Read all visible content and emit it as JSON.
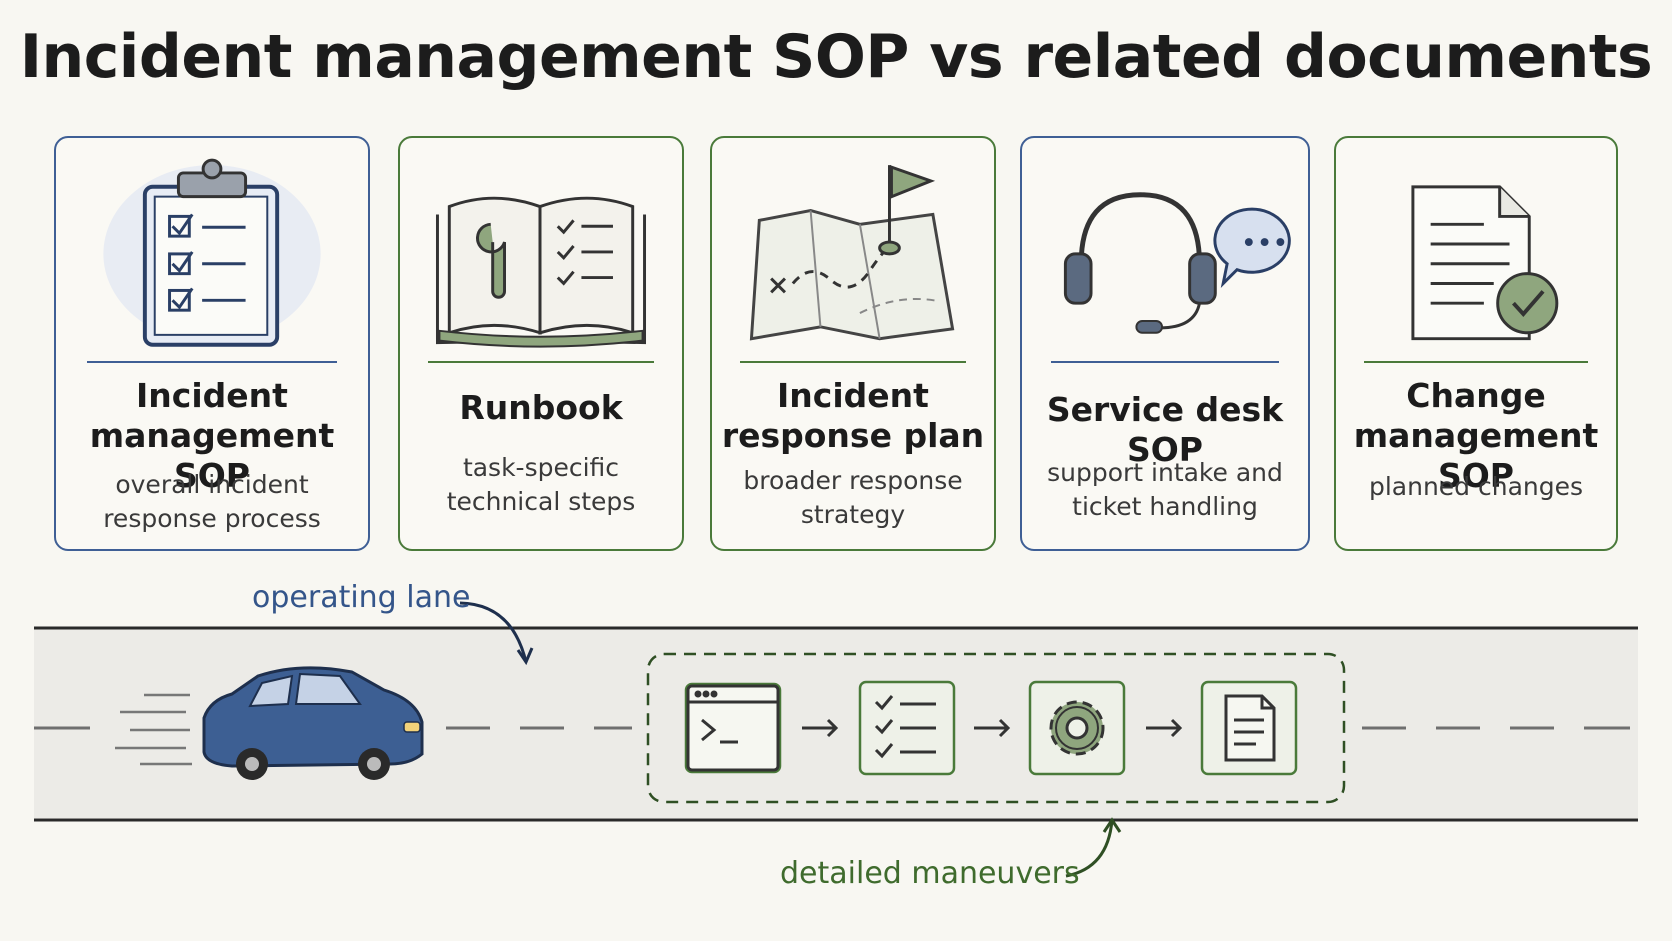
{
  "title": "Incident management SOP vs related documents",
  "cards": [
    {
      "title": "Incident management SOP",
      "description": "overall incident response process",
      "icon": "clipboard-checklist-icon",
      "accent": "#3f5f95"
    },
    {
      "title": "Runbook",
      "description": "task-specific technical steps",
      "icon": "open-book-wrench-icon",
      "accent": "#4a7a3a"
    },
    {
      "title": "Incident response plan",
      "description": "broader response strategy",
      "icon": "map-flag-icon",
      "accent": "#4a7a3a"
    },
    {
      "title": "Service desk SOP",
      "description": "support intake and ticket handling",
      "icon": "headset-chat-icon",
      "accent": "#3f5f95"
    },
    {
      "title": "Change management SOP",
      "description": "planned changes",
      "icon": "document-check-icon",
      "accent": "#4a7a3a"
    }
  ],
  "road": {
    "lane_label": "operating lane",
    "maneuvers_label": "detailed maneuvers",
    "steps": [
      "terminal-icon",
      "checklist-icon",
      "gear-icon",
      "document-icon"
    ]
  },
  "colors": {
    "blue": "#3f5f95",
    "green": "#4a7a3a",
    "background": "#f8f7f2"
  }
}
